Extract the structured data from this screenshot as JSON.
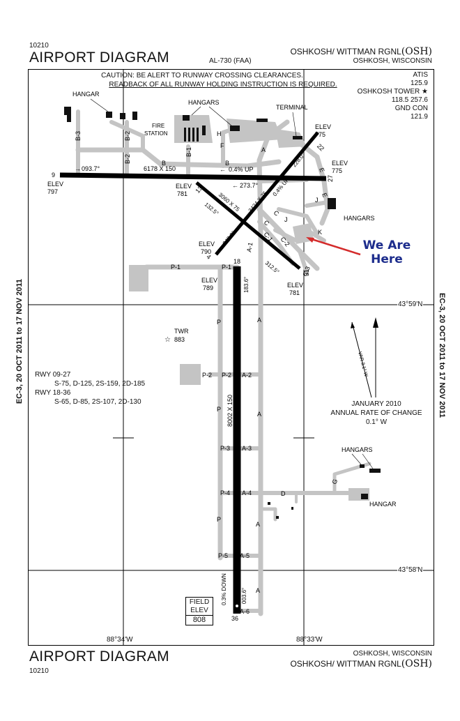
{
  "header": {
    "id_top": "10210",
    "title_top": "AIRPORT DIAGRAM",
    "procedure": "AL-730 (FAA)",
    "airport_name_top": "OSHKOSH/ WITTMAN RGNL",
    "airport_code_top": "(OSH)",
    "city_top": "OSHKOSH, WISCONSIN"
  },
  "footer": {
    "title_bottom": "AIRPORT DIAGRAM",
    "id_bottom": "10210",
    "city_bottom": "OSHKOSH, WISCONSIN",
    "airport_name_bottom": "OSHKOSH/ WITTMAN RGNL",
    "airport_code_bottom": "(OSH)"
  },
  "side": {
    "left_margin": "EC-3, 20 OCT 2011 to 17 NOV 2011",
    "right_margin": "EC-3, 20 OCT 2011 to 17 NOV 2011"
  },
  "caution": {
    "line1": "CAUTION: BE ALERT TO RUNWAY CROSSING CLEARANCES.",
    "line2": "READBACK OF ALL RUNWAY HOLDING INSTRUCTION IS REQUIRED."
  },
  "comms": {
    "atis_label": "ATIS",
    "atis_freq": "125.9",
    "tower_label": "OSHKOSH TOWER",
    "tower_star": "★",
    "tower_freq": "118.5  257.6",
    "gnd_label": "GND CON",
    "gnd_freq": "121.9"
  },
  "strength": {
    "rwy1": "RWY 09-27",
    "rwy1_values": "S-75, D-125, 2S-159, 2D-185",
    "rwy2": "RWY 18-36",
    "rwy2_values": "S-65, D-85, 2S-107, 2D-130"
  },
  "variation": {
    "var_label": "VAR 3.1° W",
    "date": "JANUARY 2010",
    "rate_label": "ANNUAL RATE OF CHANGE",
    "rate_value": "0.1° W"
  },
  "coords": {
    "lat_top": "43°59'N",
    "lat_bottom": "43°58'N",
    "lon_left": "88°34'W",
    "lon_right": "88°33'W"
  },
  "field_elev": {
    "line1": "FIELD",
    "line2": "ELEV",
    "value": "808"
  },
  "annotation": {
    "line1": "We Are",
    "line2": "Here",
    "color": "#1c2c8c",
    "arrow_color": "#d42b2b"
  },
  "map": {
    "buildings": {
      "hangar_nw": "HANGAR",
      "hangars_n": "HANGARS",
      "fire_station_1": "FIRE",
      "fire_station_2": "STATION",
      "terminal": "TERMINAL",
      "hangars_e": "HANGARS",
      "tower": "TWR",
      "tower_elev": "883",
      "hangars_se": "HANGARS",
      "hangar_se": "HANGAR"
    },
    "runway_labels": {
      "rwy_9": "9",
      "rwy_27": "27",
      "rwy_27_dims": "6178 X 150",
      "rwy_9_slope": "0.4% UP",
      "rwy_9_heading": "093.7°",
      "rwy_27_heading": "273.7°",
      "rwy_4": "4",
      "rwy_22": "22",
      "rwy_4_dims": "3424 X 75",
      "rwy_4_slope": "0.4% UP",
      "rwy_4_heading": "048.0°",
      "rwy_22_heading": "228.0°",
      "rwy_13": "13",
      "rwy_31": "31",
      "rwy_13_dims": "3060 X 75",
      "rwy_13_heading": "132.5°",
      "rwy_31_heading": "312.5°",
      "rwy_18": "18",
      "rwy_36": "36",
      "rwy_18_dims": "8002 X 150",
      "rwy_18_heading": "183.6°",
      "rwy_36_heading": "003.6°",
      "rwy_18_slope": "0.3% DOWN",
      "elev_label": "ELEV",
      "elev_797": "797",
      "elev_775a": "775",
      "elev_775b": "775",
      "elev_781a": "781",
      "elev_781b": "781",
      "elev_790": "790",
      "elev_789": "789"
    },
    "taxiways": {
      "A": "A",
      "A1": "A-1",
      "A2": "A-2",
      "A3": "A-3",
      "A4": "A-4",
      "A5": "A-5",
      "A6": "A-6",
      "P": "P",
      "P1": "P-1",
      "P2": "P-2",
      "P3": "P-3",
      "P4": "P-4",
      "P5": "P-5",
      "B": "B",
      "B1": "B-1",
      "B2": "B-2",
      "B3": "B-3",
      "C": "C",
      "C1": "C-1",
      "C2": "C-2",
      "C3": "C-3",
      "D": "D",
      "E": "E",
      "F": "F",
      "G": "G",
      "H": "H",
      "J": "J",
      "K": "K"
    }
  }
}
